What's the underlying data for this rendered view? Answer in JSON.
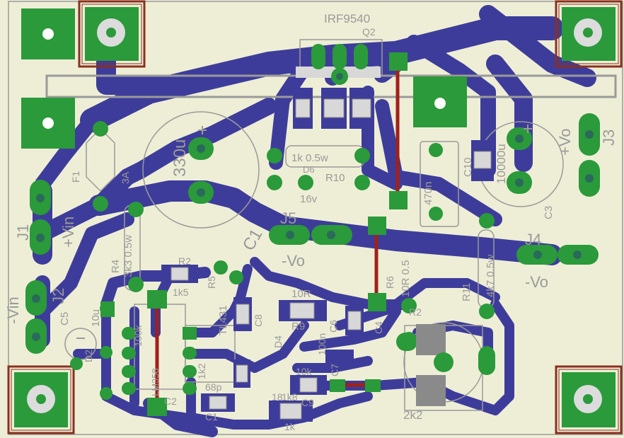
{
  "colors": {
    "background": "#eeeed6",
    "copper": "#3e3c9a",
    "pad": "#2a9a3a",
    "jumper": "#a0201a",
    "silkscreen": "#9a9a9a",
    "mounting_hatch": "#8a3020"
  },
  "labels": {
    "q2_part": "IRF9540",
    "q2_ref": "Q2",
    "f1_ref": "F1",
    "f1_val": "3A",
    "c_330u": "330u",
    "r_1k": "1k 0.5w",
    "r10": "R10",
    "z_16v": "16v",
    "d6": "D6",
    "c_470n": "470n",
    "c_10000u": "10000u",
    "c10": "C10",
    "c3": "C3",
    "plus_vo": "+Vo",
    "j3": "J3",
    "j1": "J1",
    "plus_vin": "+Vin",
    "j5": "J5",
    "c1_large": "C1",
    "minus_vo_mid": "-Vo",
    "r_3k3": "3k3 0.5w",
    "r4": "R4",
    "minus_vin": "-Vin",
    "j2": "J2",
    "c5": "C5",
    "c_10u": "10u",
    "r2": "R2",
    "r_1k5": "1k5",
    "r5": "R5",
    "tl431": "TL431",
    "c8": "C8",
    "r9": "R9",
    "r_10r": "10R",
    "r_10r_05": "10R 0.5",
    "r_4k7_05": "4k7 0.5w",
    "r11": "R11",
    "j4": "J4",
    "minus_vo_right": "-Vo",
    "c4": "C4",
    "r6": "R6",
    "c_100n": "100n",
    "c6": "C6",
    "r_10k": "10k",
    "d4": "D4",
    "c7": "C7",
    "r_1k8": "1k8",
    "c9": "C9",
    "r_68p": "68p",
    "c_bottom": "C1",
    "r_1k_bottom": "1k",
    "r_2k2": "2k2",
    "ic_lm": "LM358",
    "r_100k": "100k",
    "r_1k2": "1k2",
    "c2": "C2",
    "d2": "D2",
    "n_18": "18"
  }
}
